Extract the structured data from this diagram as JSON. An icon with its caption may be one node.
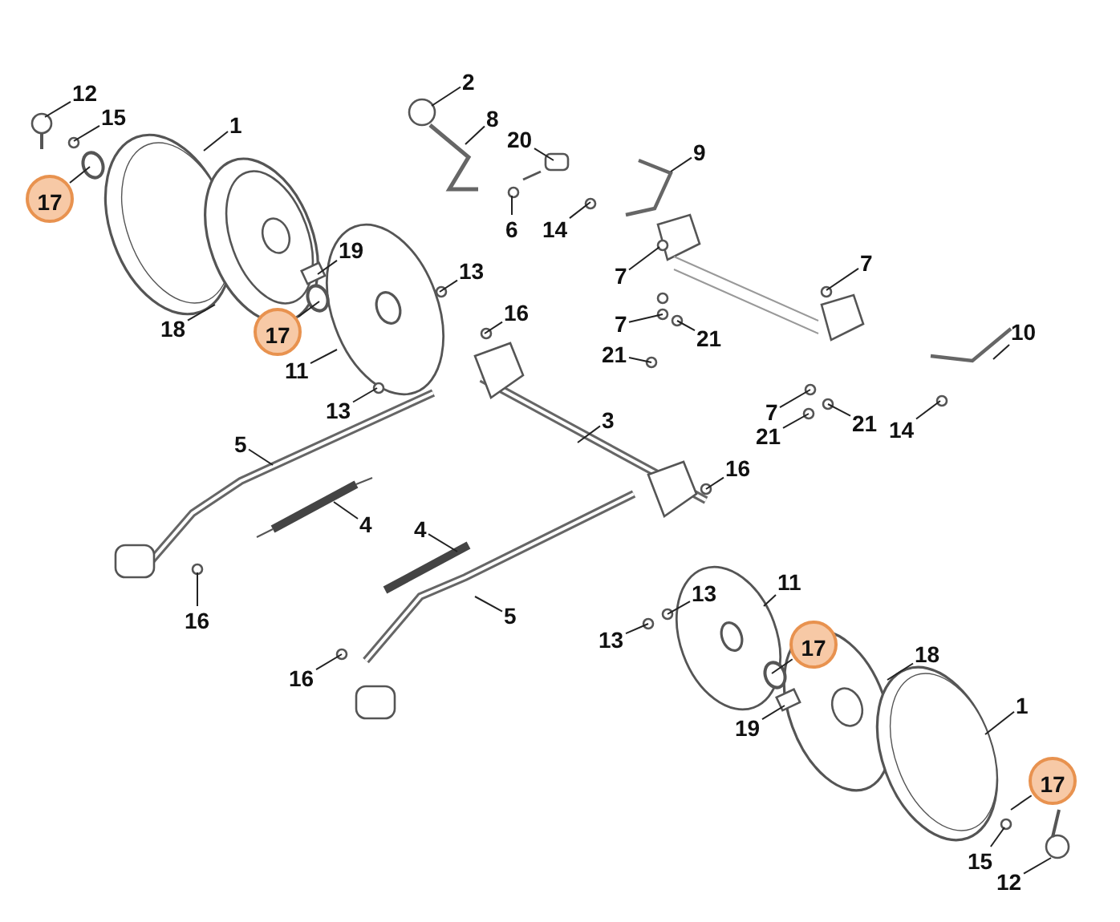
{
  "diagram": {
    "nodes": [
      {
        "text": [
          "2"
        ]
      },
      {
        "text": [
          "12"
        ]
      },
      {
        "text": [
          "15"
        ]
      },
      {
        "text": [
          "1"
        ]
      },
      {
        "text": [
          "8"
        ]
      },
      {
        "text": [
          "20"
        ]
      },
      {
        "text": [
          "9"
        ]
      },
      {
        "text": [
          "17"
        ]
      },
      {
        "text": [
          "6"
        ]
      },
      {
        "text": [
          "14"
        ]
      },
      {
        "text": [
          "19"
        ]
      },
      {
        "text": [
          "13"
        ]
      },
      {
        "text": [
          "7"
        ]
      },
      {
        "text": [
          "16"
        ]
      },
      {
        "text": [
          "7"
        ]
      },
      {
        "text": [
          "7"
        ]
      },
      {
        "text": [
          "18"
        ]
      },
      {
        "text": [
          "17"
        ]
      },
      {
        "text": [
          "21"
        ]
      },
      {
        "text": [
          "21"
        ]
      },
      {
        "text": [
          "11"
        ]
      },
      {
        "text": [
          "10"
        ]
      },
      {
        "text": [
          "13"
        ]
      },
      {
        "text": [
          "7"
        ]
      },
      {
        "text": [
          "21"
        ]
      },
      {
        "text": [
          "3"
        ]
      },
      {
        "text": [
          "14"
        ]
      },
      {
        "text": [
          "21"
        ]
      },
      {
        "text": [
          "5"
        ]
      },
      {
        "text": [
          "16"
        ]
      },
      {
        "text": [
          "4"
        ]
      },
      {
        "text": [
          "4"
        ]
      },
      {
        "text": [
          "11"
        ]
      },
      {
        "text": [
          "13"
        ]
      },
      {
        "text": [
          "16"
        ]
      },
      {
        "text": [
          "5"
        ]
      },
      {
        "text": [
          "13"
        ]
      },
      {
        "text": [
          "17"
        ]
      },
      {
        "text": [
          "18"
        ]
      },
      {
        "text": [
          "16"
        ]
      },
      {
        "text": [
          "19"
        ]
      },
      {
        "text": [
          "1"
        ]
      },
      {
        "text": [
          "17"
        ]
      },
      {
        "text": [
          "15"
        ]
      },
      {
        "text": [
          "12"
        ]
      }
    ],
    "edges": [
      {
        "from": 0,
        "to": null,
        "arrow": "none"
      },
      {
        "from": 1,
        "to": null,
        "arrow": "none"
      },
      {
        "from": 2,
        "to": null,
        "arrow": "none"
      },
      {
        "from": 3,
        "to": null,
        "arrow": "none"
      },
      {
        "from": 4,
        "to": null,
        "arrow": "none"
      },
      {
        "from": 5,
        "to": null,
        "arrow": "none"
      },
      {
        "from": 6,
        "to": null,
        "arrow": "none"
      },
      {
        "from": 7,
        "to": null,
        "arrow": "none"
      },
      {
        "from": 8,
        "to": null,
        "arrow": "none"
      },
      {
        "from": 9,
        "to": null,
        "arrow": "none"
      },
      {
        "from": 10,
        "to": null,
        "arrow": "none"
      },
      {
        "from": 11,
        "to": null,
        "arrow": "none"
      },
      {
        "from": 12,
        "to": null,
        "arrow": "none"
      },
      {
        "from": 13,
        "to": null,
        "arrow": "none"
      },
      {
        "from": 14,
        "to": null,
        "arrow": "none"
      },
      {
        "from": 15,
        "to": null,
        "arrow": "none"
      },
      {
        "from": 16,
        "to": null,
        "arrow": "none"
      },
      {
        "from": 17,
        "to": null,
        "arrow": "none"
      },
      {
        "from": 18,
        "to": null,
        "arrow": "none"
      },
      {
        "from": 19,
        "to": null,
        "arrow": "none"
      },
      {
        "from": 20,
        "to": null,
        "arrow": "none"
      },
      {
        "from": 21,
        "to": null,
        "arrow": "none"
      },
      {
        "from": 22,
        "to": null,
        "arrow": "none"
      },
      {
        "from": 23,
        "to": null,
        "arrow": "none"
      },
      {
        "from": 24,
        "to": null,
        "arrow": "none"
      },
      {
        "from": 25,
        "to": null,
        "arrow": "none"
      },
      {
        "from": 26,
        "to": null,
        "arrow": "none"
      },
      {
        "from": 27,
        "to": null,
        "arrow": "none"
      },
      {
        "from": 28,
        "to": null,
        "arrow": "none"
      },
      {
        "from": 29,
        "to": null,
        "arrow": "none"
      },
      {
        "from": 30,
        "to": null,
        "arrow": "none"
      },
      {
        "from": 31,
        "to": null,
        "arrow": "none"
      },
      {
        "from": 32,
        "to": null,
        "arrow": "none"
      },
      {
        "from": 33,
        "to": null,
        "arrow": "none"
      },
      {
        "from": 34,
        "to": null,
        "arrow": "none"
      },
      {
        "from": 35,
        "to": null,
        "arrow": "none"
      },
      {
        "from": 36,
        "to": null,
        "arrow": "none"
      },
      {
        "from": 37,
        "to": null,
        "arrow": "none"
      },
      {
        "from": 38,
        "to": null,
        "arrow": "none"
      },
      {
        "from": 39,
        "to": null,
        "arrow": "none"
      },
      {
        "from": 40,
        "to": null,
        "arrow": "none"
      },
      {
        "from": 41,
        "to": null,
        "arrow": "none"
      },
      {
        "from": 42,
        "to": null,
        "arrow": "none"
      },
      {
        "from": 43,
        "to": null,
        "arrow": "none"
      },
      {
        "from": 44,
        "to": null,
        "arrow": "none"
      }
    ]
  }
}
